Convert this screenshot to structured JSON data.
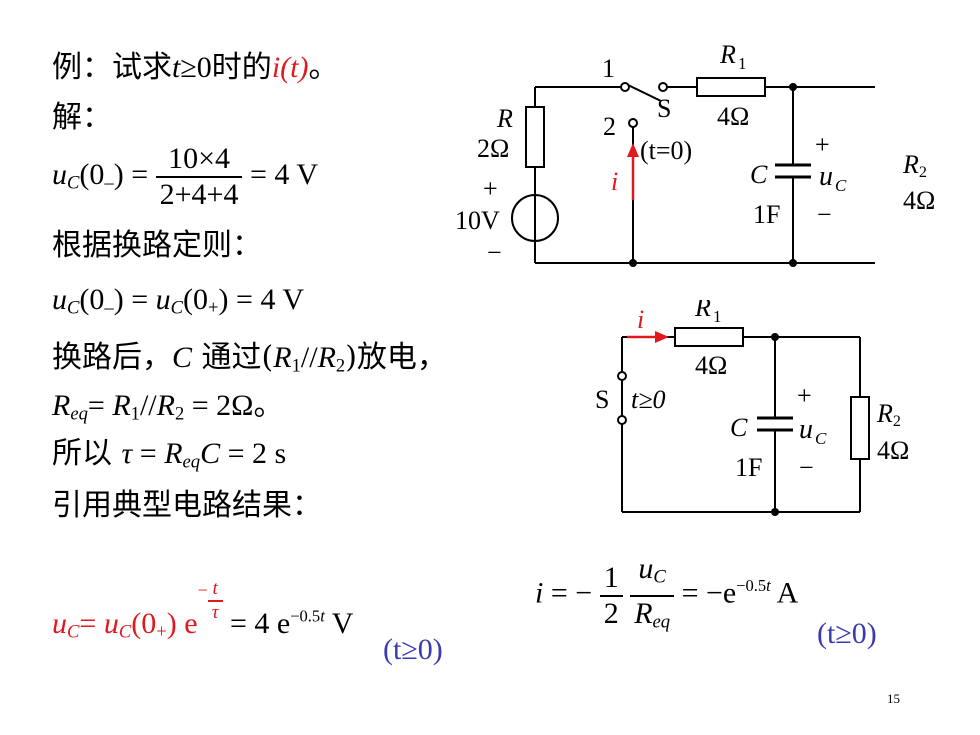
{
  "problem": {
    "prefix": "例：试求",
    "t": "t",
    "ge0": "≥0时的",
    "it": "i(t)",
    "suffix": "。"
  },
  "solution_label": "解：",
  "uc_minus": {
    "lhs_var": "u",
    "lhs_sub": "C",
    "lhs_arg": "(0",
    "lhs_arg_sub": "–",
    "lhs_close": ") =",
    "num": "10×4",
    "den": "2+4+4",
    "rhs": "= 4 V"
  },
  "switching_rule": "根据换路定则：",
  "continuity": {
    "u": "u",
    "c": "C",
    "zero_minus": "(0",
    "minus": "–",
    "close_eq": ") = ",
    "zero_plus": "(0",
    "plus": "+",
    "rhs": ") = 4 V"
  },
  "after_switch": {
    "text1": "换路后，",
    "c": "C",
    "text2": " 通过(",
    "r1": "R",
    "r1sub": "1",
    "slash": "//",
    "r2": "R",
    "r2sub": "2",
    "text3": ")放电，"
  },
  "req_line": {
    "r": "R",
    "eq": "eq",
    "mid": "= ",
    "r1": "R",
    "r1sub": "1",
    "slash": "//",
    "r2": "R",
    "r2sub": "2",
    "rhs": " = 2Ω。"
  },
  "tau_line": {
    "prefix": "所以 ",
    "tau": "τ",
    "mid": " = ",
    "r": "R",
    "eq": "eq",
    "c": "C",
    "rhs": " = 2 s"
  },
  "typical_result": "引用典型电路结果：",
  "uc_final": {
    "u": "u",
    "c": "C",
    "eq": "= ",
    "u2": "u",
    "c2": "C",
    "arg": "(0",
    "plus": "+",
    "close": ") e",
    "exp_minus": "−",
    "exp_num": "t",
    "exp_den": "τ",
    "rhs": "= 4 e",
    "rhs_exp": "−0.5",
    "rhs_exp_t": "t",
    "unit": " V",
    "cond": "(t≥0)"
  },
  "i_final": {
    "i": "i",
    "eq": " = −",
    "frac_num": "1",
    "frac_den": "2",
    "u": "u",
    "c": "C",
    "r": "R",
    "req": "eq",
    "rhs": " = −e",
    "rhs_exp": "−0.5",
    "rhs_exp_t": "t",
    "unit": " A",
    "cond": "(t≥0)"
  },
  "circuit1": {
    "label_1": "1",
    "label_2": "2",
    "label_S": "S",
    "label_t0": "(t=0)",
    "R": "R",
    "R_val": "2Ω",
    "plus": "+",
    "source": "10V",
    "minus": "−",
    "i": "i",
    "R1": "R",
    "R1_sub": "1",
    "R1_val": "4Ω",
    "C": "C",
    "C_val": "1F",
    "uc_plus": "+",
    "uc": "u",
    "uc_sub": "C",
    "uc_minus": "−",
    "R2": "R",
    "R2_sub": "2",
    "R2_val": "4Ω"
  },
  "circuit2": {
    "i": "i",
    "R1": "R",
    "R1_sub": "1",
    "R1_val": "4Ω",
    "S": "S",
    "t_ge0": "t≥0",
    "C": "C",
    "C_val": "1F",
    "uc_plus": "+",
    "uc": "u",
    "uc_sub": "C",
    "uc_minus": "−",
    "R2": "R",
    "R2_sub": "2",
    "R2_val": "4Ω"
  },
  "colors": {
    "red": "#e0191e",
    "blue": "#3a3ab0"
  },
  "page_number": "15"
}
